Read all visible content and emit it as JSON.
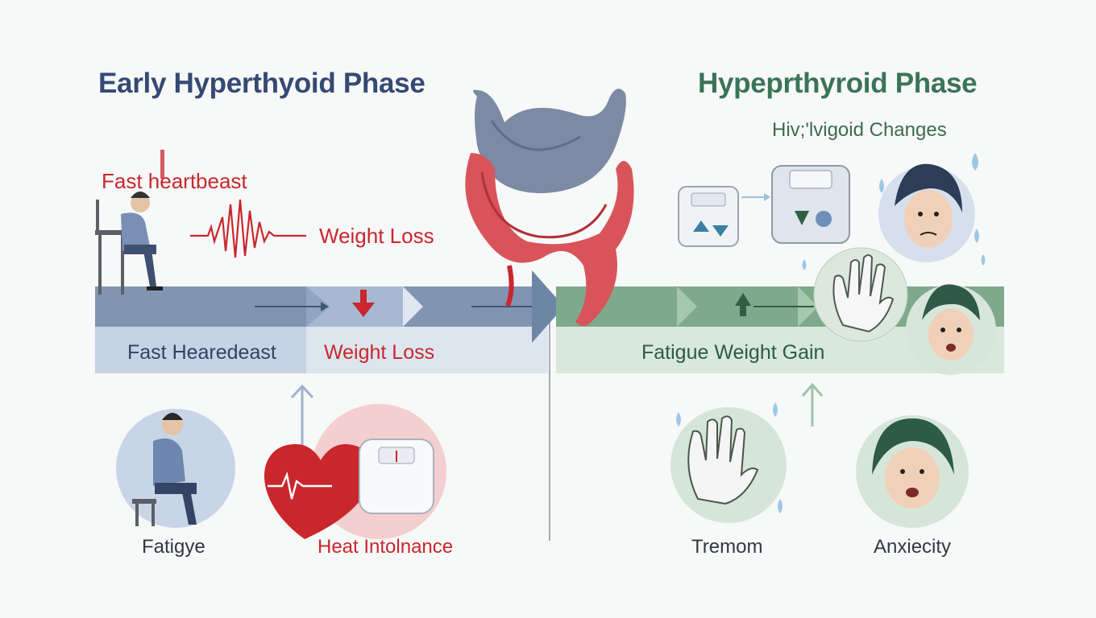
{
  "left_phase": {
    "title": "Early Hyperthyoid Phase",
    "labels": {
      "fast_heartbeat_top": "Fast  heartbeast",
      "weight_loss_top": "Weight Loss",
      "bar_fast": "Fast Hearedeast",
      "bar_weight": "Weight Loss",
      "fatigue": "Fatigye",
      "heat": "Heat Intolnance"
    }
  },
  "right_phase": {
    "title": "Hypeprthyroid Phase",
    "subtitle": "Hiv;'lvigoid Changes",
    "labels": {
      "bar_fatigue": "Fatigue Weight Gain",
      "tremor": "Tremom",
      "anxiety": "Anxiecity"
    }
  },
  "colors": {
    "left_accent": "#344a73",
    "right_accent": "#3a7456",
    "alert_red": "#c9272c"
  },
  "icons": [
    "person-sitting-icon",
    "heartbeat-wave-icon",
    "down-arrow-icon",
    "thyroid-gland-icon",
    "heart-ecg-icon",
    "bathroom-scale-icon",
    "up-arrow-icon",
    "sweating-face-icon",
    "shaking-hands-icon",
    "anxious-face-icon"
  ]
}
